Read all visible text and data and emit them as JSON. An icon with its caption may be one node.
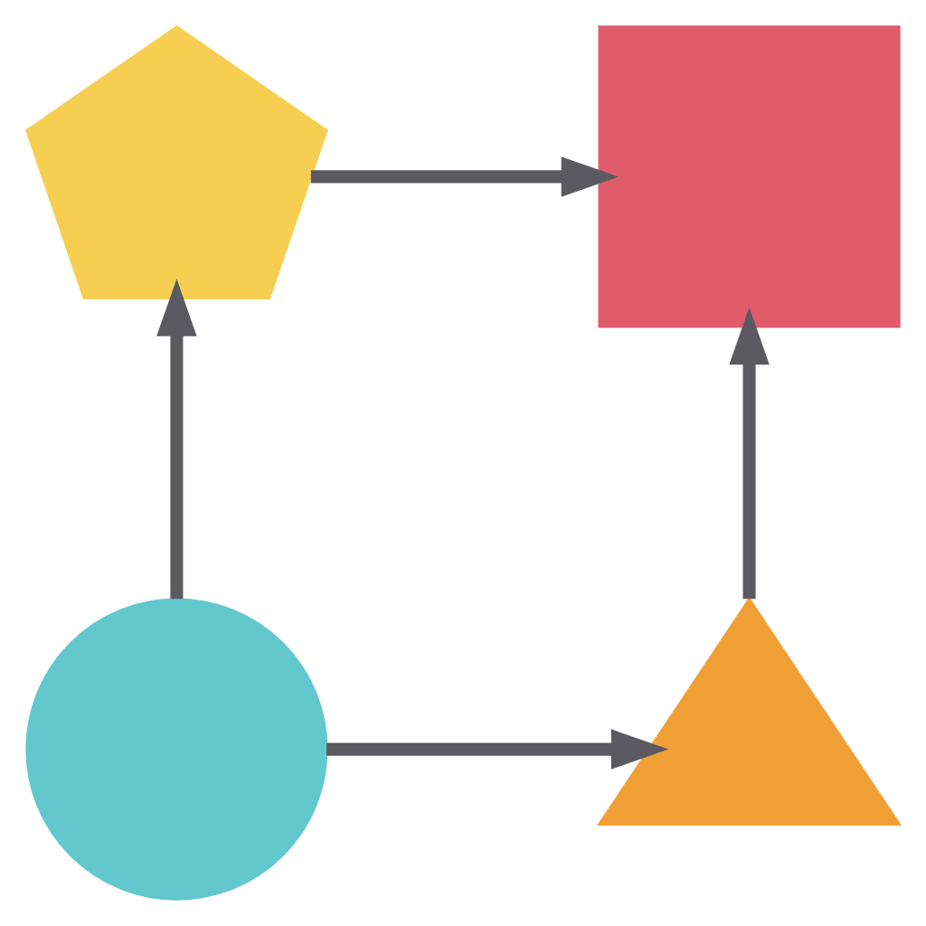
{
  "diagram": {
    "nodes": [
      {
        "text": [],
        "shape": "box"
      },
      {
        "text": [],
        "shape": "pentagon"
      },
      {
        "text": [],
        "shape": "triangle"
      },
      {
        "text": [],
        "shape": "circle"
      }
    ],
    "edges": [
      {
        "from": 1,
        "to": 0,
        "arrow": "to"
      },
      {
        "from": 3,
        "to": 1,
        "arrow": "to"
      },
      {
        "from": 3,
        "to": 2,
        "arrow": "to"
      },
      {
        "from": 2,
        "to": 0,
        "arrow": "to"
      }
    ]
  }
}
